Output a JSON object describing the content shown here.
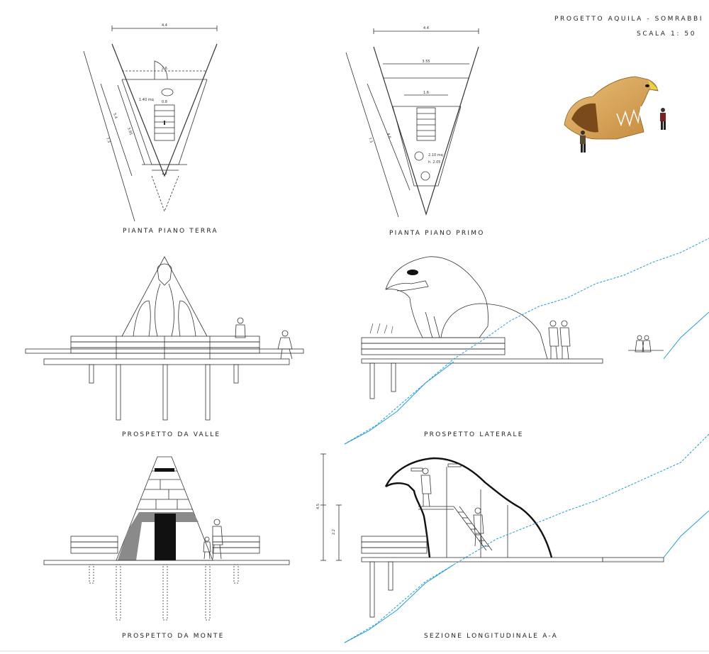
{
  "header": {
    "project": "PROGETTO AQUILA - SOMRABBI",
    "scale": "SCALA 1: 50"
  },
  "titles": {
    "ground_plan": "PIANTA PIANO TERRA",
    "first_plan": "PIANTA PIANO PRIMO",
    "valley_elev": "PROSPETTO DA VALLE",
    "side_elev": "PROSPETTO LATERALE",
    "mountain_elev": "PROSPETTO DA MONTE",
    "section": "SEZIONE LONGITUDINALE A-A"
  },
  "ground_plan_dims": {
    "top_width": "4.4",
    "inner_width": "2.6",
    "room_width": "0.8",
    "bottom_width": "1.2",
    "area": "1.40 mq",
    "side_outer": "7.3",
    "side_mid": "5.4",
    "side_inner": "3.95"
  },
  "first_plan_dims": {
    "top_width": "4.4",
    "inner_width": "3.55",
    "room_width": "1.6",
    "area": "2.10 mq",
    "height": "h. 2.05",
    "side_outer": "7.3",
    "side_inner": "4.6"
  },
  "section_dims": {
    "total_height": "4.5",
    "lower_height": "2.2"
  },
  "colors": {
    "line": "#333333",
    "slope": "#1e9be0",
    "wood": "#d9a45a",
    "dark": "#111111",
    "grey": "#8a8a8a"
  }
}
